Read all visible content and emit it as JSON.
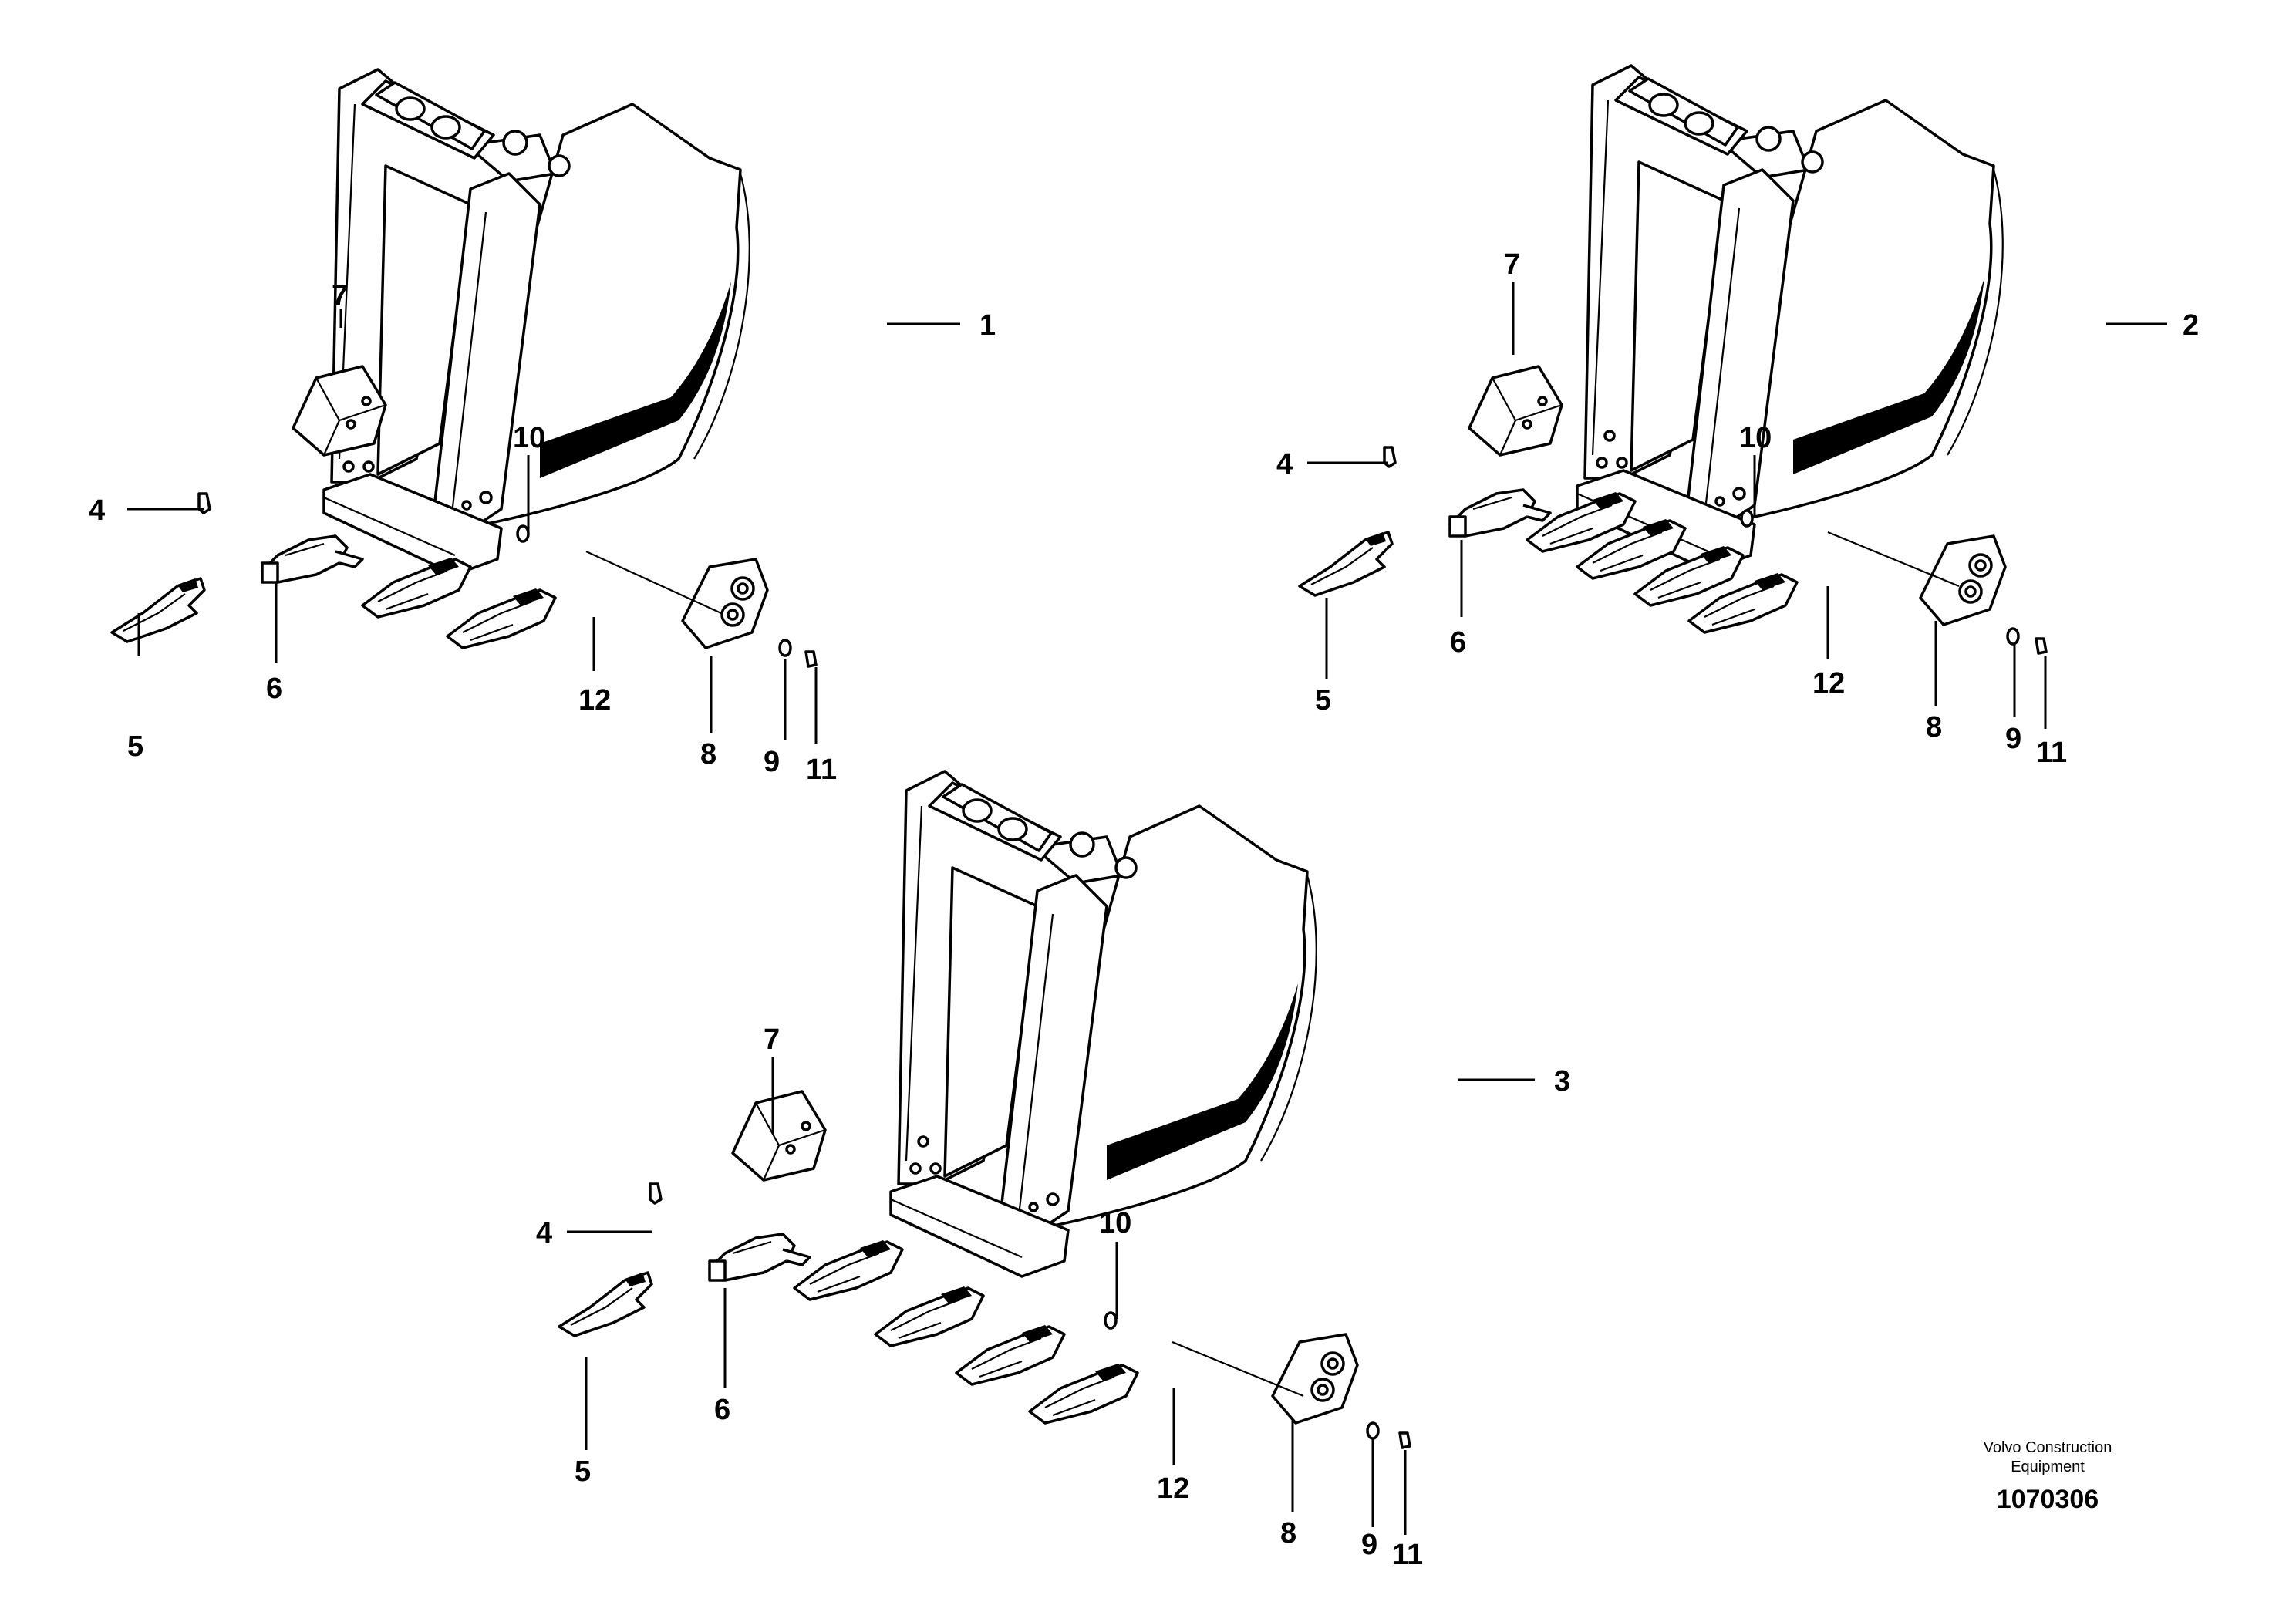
{
  "diagram": {
    "views": [
      {
        "id": "bucket-view-1",
        "callouts": {
          "bucket": "1",
          "pin_lock": "4",
          "tooth": "5",
          "adapter": "6",
          "side_cutter_upper": "7",
          "side_cutter_lower": "8",
          "washer": "9",
          "pin": "10",
          "nut": "11",
          "lip": "12"
        }
      },
      {
        "id": "bucket-view-2",
        "callouts": {
          "bucket": "2",
          "pin_lock": "4",
          "tooth": "5",
          "adapter": "6",
          "side_cutter_upper": "7",
          "side_cutter_lower": "8",
          "washer": "9",
          "pin": "10",
          "nut": "11",
          "lip": "12"
        }
      },
      {
        "id": "bucket-view-3",
        "callouts": {
          "bucket": "3",
          "pin_lock": "4",
          "tooth": "5",
          "adapter": "6",
          "side_cutter_upper": "7",
          "side_cutter_lower": "8",
          "washer": "9",
          "pin": "10",
          "nut": "11",
          "lip": "12"
        }
      }
    ]
  },
  "footer": {
    "brand_line1": "Volvo Construction",
    "brand_line2": "Equipment",
    "drawing_number": "1070306"
  }
}
